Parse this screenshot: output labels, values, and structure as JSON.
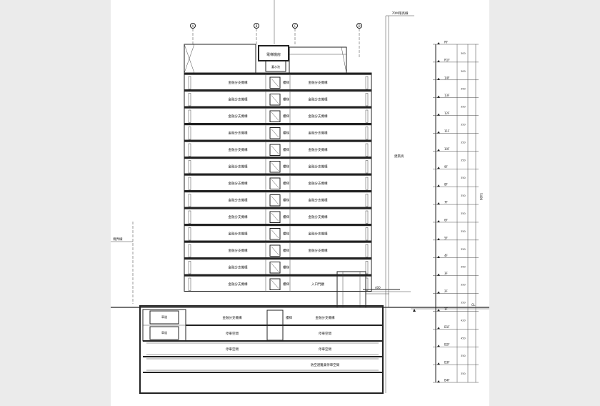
{
  "grid_axes": [
    "A",
    "B",
    "C",
    "D"
  ],
  "roof": {
    "machine_room": "電梯機房",
    "water_tank": "蓄水池"
  },
  "above_grade_floors": [
    {
      "left": "金融分支機構",
      "core": "樓梯",
      "right": "金融分支機構"
    },
    {
      "left": "金融分支機構",
      "core": "樓梯",
      "right": "金融分支機構"
    },
    {
      "left": "金融分支機構",
      "core": "樓梯",
      "right": "金融分支機構"
    },
    {
      "left": "金融分支機構",
      "core": "樓梯",
      "right": "金融分支機構"
    },
    {
      "left": "金融分支機構",
      "core": "樓梯",
      "right": "金融分支機構"
    },
    {
      "left": "金融分支機構",
      "core": "樓梯",
      "right": "金融分支機構"
    },
    {
      "left": "金融分支機構",
      "core": "樓梯",
      "right": "金融分支機構"
    },
    {
      "left": "金融分支機構",
      "core": "樓梯",
      "right": "金融分支機構"
    },
    {
      "left": "金融分支機構",
      "core": "樓梯",
      "right": "金融分支機構"
    },
    {
      "left": "金融分支機構",
      "core": "樓梯",
      "right": "金融分支機構"
    },
    {
      "left": "金融分支機構",
      "core": "樓梯",
      "right": "金融分支機構"
    },
    {
      "left": "金融分支機構",
      "core": "樓梯",
      "right": ""
    },
    {
      "left": "金融分支機構",
      "core": "樓梯",
      "right": "入口門廳"
    }
  ],
  "basement": {
    "b1": {
      "ramp": "車道",
      "left": "金融分支機構",
      "core": "樓梯",
      "right": "金融分支機構"
    },
    "b2": {
      "ramp": "車道",
      "left": "停車空間",
      "right": "停車空間"
    },
    "b3": {
      "left": "停車空間",
      "right": "停車空間"
    },
    "b4": {
      "full": "防空避難兼停車空間"
    }
  },
  "annotations": {
    "height_limit": "70M限高線",
    "building_height": "建築高",
    "site_boundary": "境界線",
    "setback": "400",
    "ground_level": "GL"
  },
  "level_labels": [
    "RF",
    "R1F",
    "14F",
    "13F",
    "12F",
    "11F",
    "10F",
    "9F",
    "8F",
    "7F",
    "6F",
    "5F",
    "4F",
    "3F",
    "2F",
    "1F",
    "B1F",
    "B2F",
    "B3F",
    "B4F"
  ],
  "dim_values": [
    "300",
    "300",
    "350",
    "350",
    "350",
    "350",
    "350",
    "350",
    "350",
    "350",
    "350",
    "350",
    "350",
    "350",
    "350",
    "420",
    "450",
    "350",
    "350",
    "350"
  ],
  "total_height": "5490"
}
